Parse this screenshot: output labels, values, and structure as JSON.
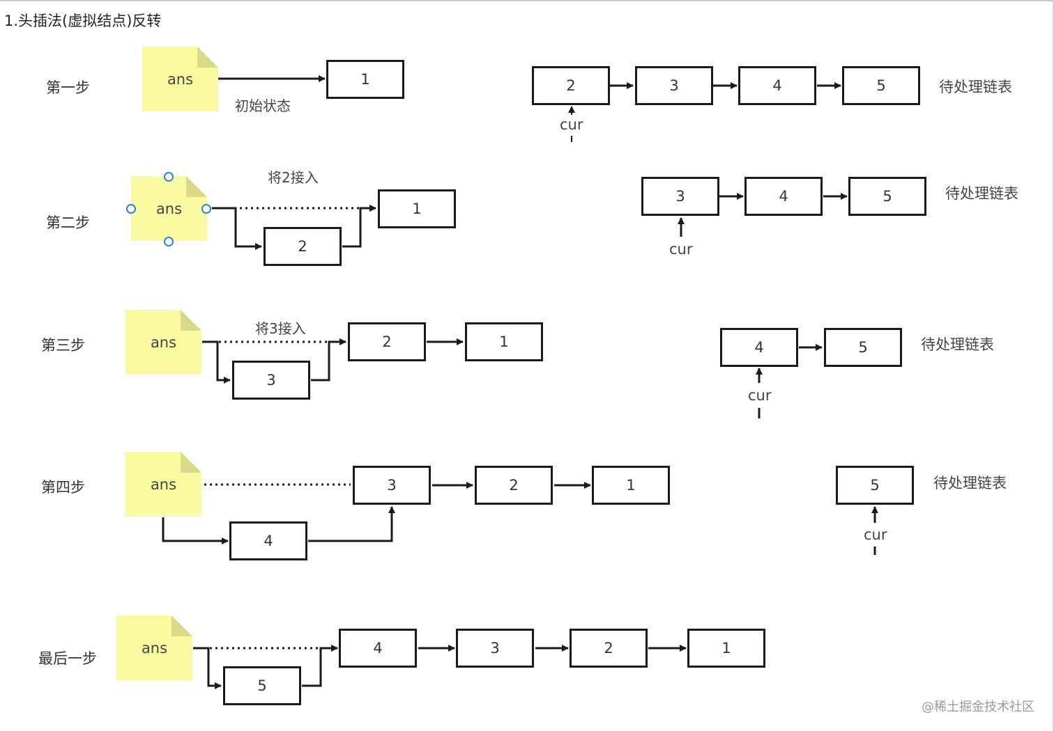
{
  "title": "1.头插法(虚拟结点)反转",
  "note_label": "ans",
  "cur_label": "cur",
  "pending_label": "待处理链表",
  "steps": [
    {
      "label": "第一步",
      "annotation": "初始状态",
      "result": [
        "1"
      ],
      "pending": [
        "2",
        "3",
        "4",
        "5"
      ]
    },
    {
      "label": "第二步",
      "annotation": "将2接入",
      "inserting": "2",
      "result": [
        "1"
      ],
      "pending": [
        "3",
        "4",
        "5"
      ]
    },
    {
      "label": "第三步",
      "annotation": "将3接入",
      "inserting": "3",
      "result": [
        "2",
        "1"
      ],
      "pending": [
        "4",
        "5"
      ]
    },
    {
      "label": "第四步",
      "inserting": "4",
      "result": [
        "3",
        "2",
        "1"
      ],
      "pending": [
        "5"
      ]
    },
    {
      "label": "最后一步",
      "inserting": "5",
      "result": [
        "4",
        "3",
        "2",
        "1"
      ],
      "pending": []
    }
  ],
  "watermark": "@稀土掘金技术社区",
  "colors": {
    "note": "#fafaa0",
    "border": "#1b1b1b",
    "handle": "#2d7fd8"
  }
}
